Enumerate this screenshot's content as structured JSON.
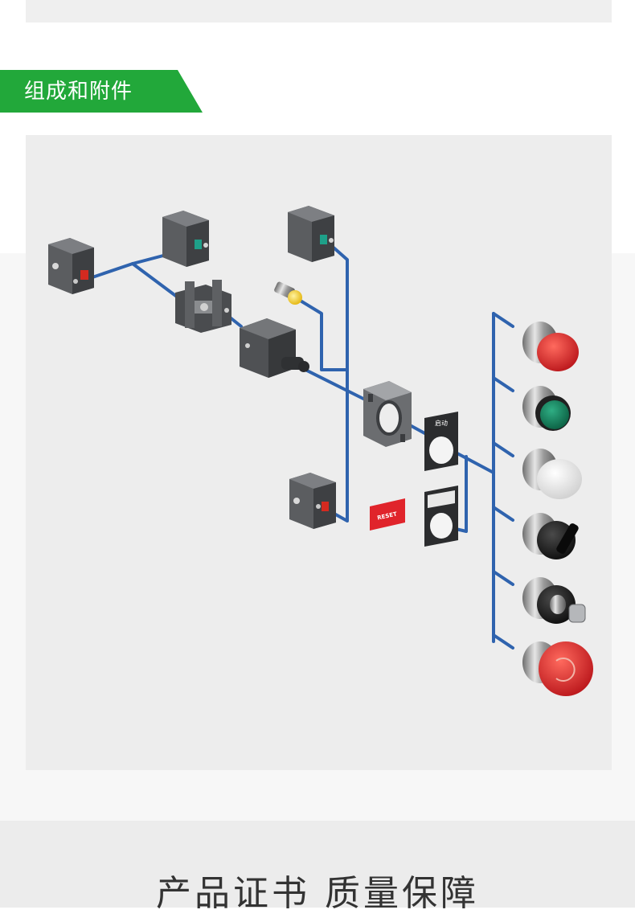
{
  "section": {
    "title": "组成和附件"
  },
  "diagram": {
    "legend_plate_text": "启动",
    "reset_label": "RESET",
    "connector_color": "#2f63ae",
    "accent_green": "#22a83a",
    "buttons": [
      {
        "name": "red-flush-button",
        "color": "#d7262a"
      },
      {
        "name": "green-flush-button",
        "color": "#14815a"
      },
      {
        "name": "white-illuminated-button",
        "color": "#f2f2f2"
      },
      {
        "name": "black-selector-switch",
        "color": "#1b1b1b"
      },
      {
        "name": "key-selector-switch",
        "color": "#1b1b1b"
      },
      {
        "name": "red-emergency-stop",
        "color": "#d7262a"
      }
    ]
  },
  "footer": {
    "title": "产品证书 质量保障"
  }
}
